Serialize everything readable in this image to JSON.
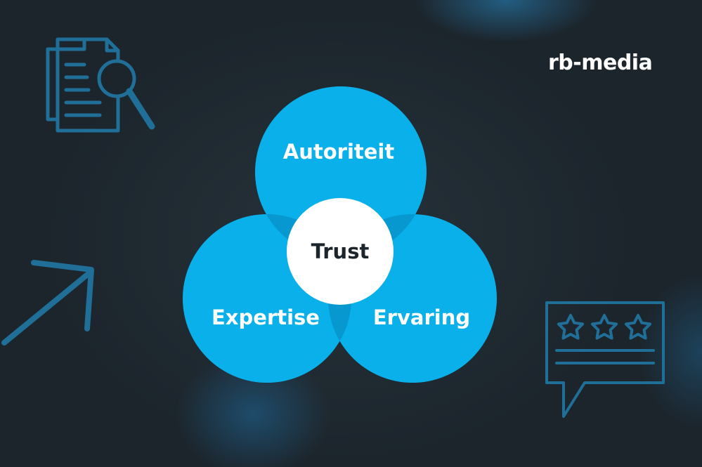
{
  "brand": {
    "logo_text": "rb-media"
  },
  "diagram": {
    "type": "venn",
    "sets": [
      {
        "id": "top",
        "label": "Autoriteit"
      },
      {
        "id": "left",
        "label": "Expertise"
      },
      {
        "id": "right",
        "label": "Ervaring"
      }
    ],
    "center_label": "Trust"
  },
  "colors": {
    "background": "#1c252c",
    "circle": "#0ab0ea",
    "circle_overlap": "#0898d0",
    "center_circle": "#ffffff",
    "center_text": "#1c252c",
    "label_text": "#ffffff",
    "icon_stroke": "#1f6f98"
  },
  "icons": [
    "document-search-icon",
    "arrow-up-right-icon",
    "review-stars-icon"
  ]
}
